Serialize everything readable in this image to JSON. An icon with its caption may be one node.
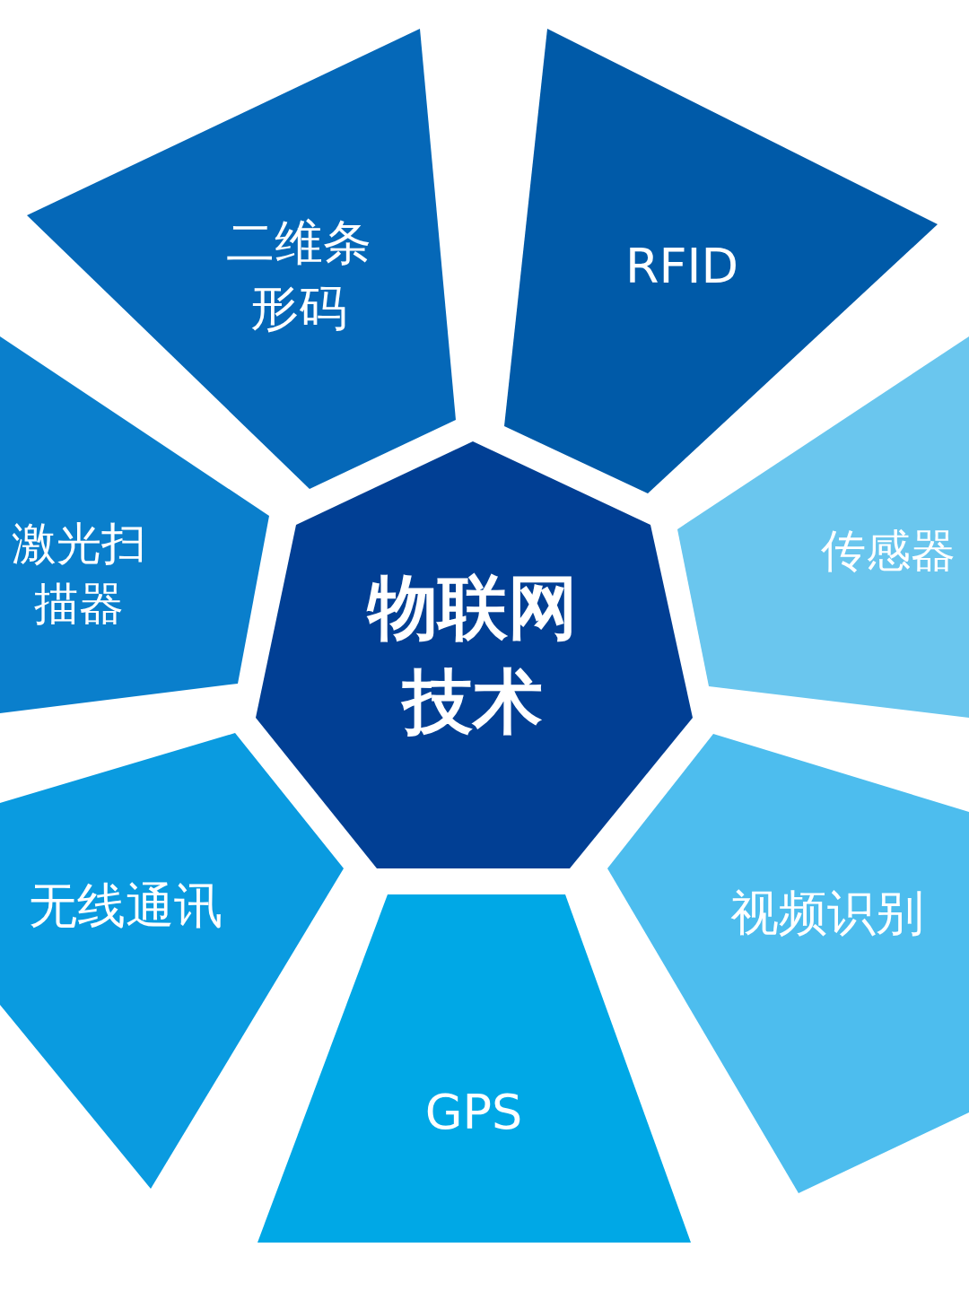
{
  "diagram": {
    "nodes": [
      {
        "text": [
          "物联网技术"
        ]
      },
      {
        "text": [
          "二维条形码"
        ]
      },
      {
        "text": [
          "RFID"
        ]
      },
      {
        "text": [
          "传感器"
        ]
      },
      {
        "text": [
          "视频识别"
        ]
      },
      {
        "text": [
          "GPS"
        ]
      },
      {
        "text": [
          "无线通讯"
        ]
      },
      {
        "text": [
          "激光扫描器"
        ]
      }
    ]
  }
}
